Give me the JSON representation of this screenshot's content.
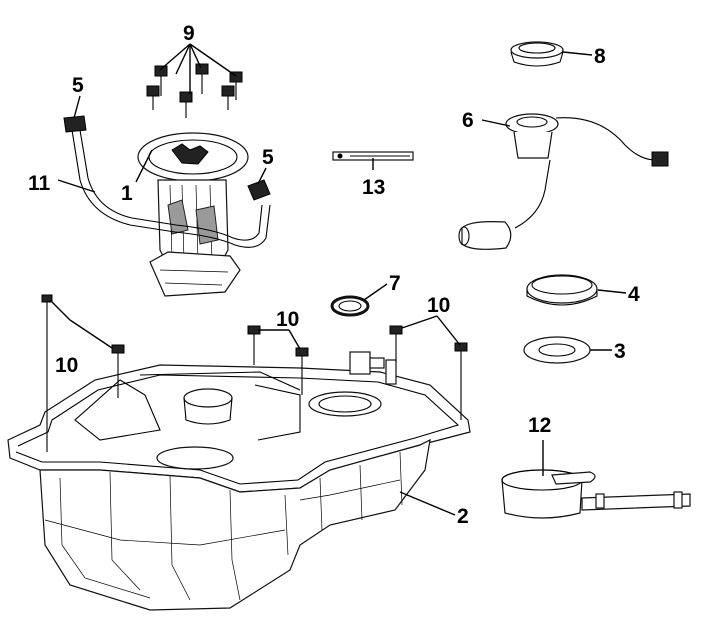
{
  "callouts": {
    "c1": "1",
    "c2": "2",
    "c3": "3",
    "c4": "4",
    "c5a": "5",
    "c5b": "5",
    "c6": "6",
    "c7": "7",
    "c8": "8",
    "c9": "9",
    "c10a": "10",
    "c10b": "10",
    "c10c": "10",
    "c11": "11",
    "c12": "12",
    "c13": "13"
  }
}
